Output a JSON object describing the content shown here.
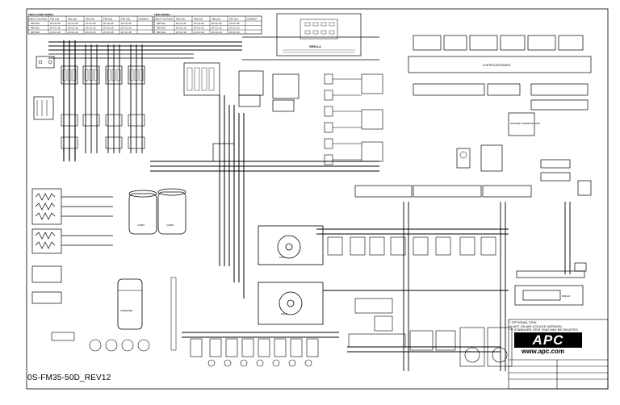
{
  "drawing_ref": "0S-FM35-50D_REV12",
  "brand": {
    "logo": "APC",
    "website": "www.apc.com"
  },
  "tables": {
    "left": {
      "title": "FM50 & FM60 SERIES",
      "headers": [
        "INPUT VOLTAGE",
        "FB1 (A1)",
        "FB2 (A1)",
        "FB3 (A1)",
        "FB4 (A1)",
        "FB7 (A1)",
        "CONNECT"
      ],
      "rows": [
        [
          "208 VAC",
          "LP-CC-30",
          "LP-CC-30",
          "LP-CC-30",
          "LP-CC-30",
          "LP-CC-30",
          ""
        ],
        [
          "480 VAC",
          "LP-CC-15",
          "LP-CC-15",
          "LP-CC-15",
          "LP-CC-15",
          "LP-CC-15",
          ""
        ],
        [
          "600 VAC",
          "LP-CC-15",
          "LP-CC-15",
          "LP-CC-15",
          "LP-CC-15",
          "LP-CC-15",
          ""
        ]
      ]
    },
    "right": {
      "title": "FM35 SERIES",
      "headers": [
        "INPUT VOLTAGE",
        "FB1 (A1)",
        "FB2 (A1)",
        "FB3 (A1)",
        "FB7 (A1)",
        "CONNECT"
      ],
      "rows": [
        [
          "208 VAC",
          "LP-CC-25",
          "LP-CC-25",
          "LP-CC-25",
          "LP-CC-25",
          ""
        ],
        [
          "480 VAC",
          "LP-CC-10",
          "LP-CC-10",
          "LP-CC-10",
          "LP-CC-10",
          ""
        ],
        [
          "600 VAC",
          "LP-CC-10",
          "LP-CC-10",
          "LP-CC-10",
          "LP-CC-10",
          ""
        ]
      ]
    }
  },
  "labels": {
    "view": "VIEW A-A",
    "controller_board": "CONTROLLER BOARD",
    "network_card": "NETWORK INTERFACE CARD",
    "comp1": "COMP1",
    "comp2": "COMP2",
    "fan1": "FAN 1",
    "fan2": "FAN 2",
    "humidifier": "HUMIDIFIER",
    "display": "DISPLAY"
  },
  "notes": [
    "* OPTIONAL ITEM",
    "** NOT ON AIR-COOLED VERSION",
    "*** STANDARD ITEM THAT MAY BE DELETED"
  ]
}
